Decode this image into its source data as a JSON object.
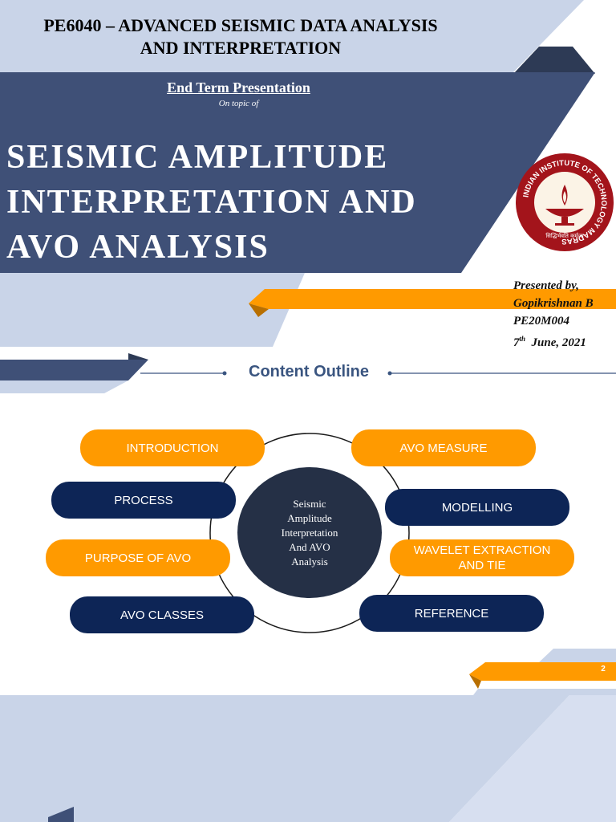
{
  "header": {
    "course_title_line1": "PE6040 – ADVANCED SEISMIC DATA ANALYSIS",
    "course_title_line2": "AND INTERPRETATION",
    "subtitle": "End Term Presentation",
    "subtitle_note": "On topic of"
  },
  "title_lines": [
    "SEISMIC  AMPLITUDE",
    "INTERPRETATION  AND",
    "AVO  ANALYSIS"
  ],
  "logo": {
    "name": "iit-madras-logo",
    "ring_text": "INDIAN INSTITUTE OF TECHNOLOGY MADRAS",
    "motto": "सिद्धिर्भवति कर्मजा"
  },
  "presenter": {
    "label": "Presented by,",
    "name": "Gopikrishnan B",
    "roll": "PE20M004",
    "date_day": "7",
    "date_suffix": "th",
    "date_rest": "  June, 2021"
  },
  "outline": {
    "title": "Content Outline",
    "center_text": "Seismic\nAmplitude\nInterpretation\nAnd AVO\nAnalysis",
    "items": [
      {
        "label": "INTRODUCTION",
        "style": "orange"
      },
      {
        "label": "AVO MEASURE",
        "style": "orange"
      },
      {
        "label": "PROCESS",
        "style": "navy"
      },
      {
        "label": "MODELLING",
        "style": "navy"
      },
      {
        "label": "PURPOSE OF AVO",
        "style": "orange"
      },
      {
        "label": "WAVELET EXTRACTION AND TIE",
        "style": "orange"
      },
      {
        "label": "AVO CLASSES",
        "style": "navy"
      },
      {
        "label": "REFERENCE",
        "style": "navy"
      }
    ]
  },
  "page_number": "2",
  "colors": {
    "navy_band": "#3f5077",
    "light_blue": "#c9d4e8",
    "orange": "#ff9a00",
    "navy_pill": "#0d2556",
    "dark_circle": "#253046"
  }
}
